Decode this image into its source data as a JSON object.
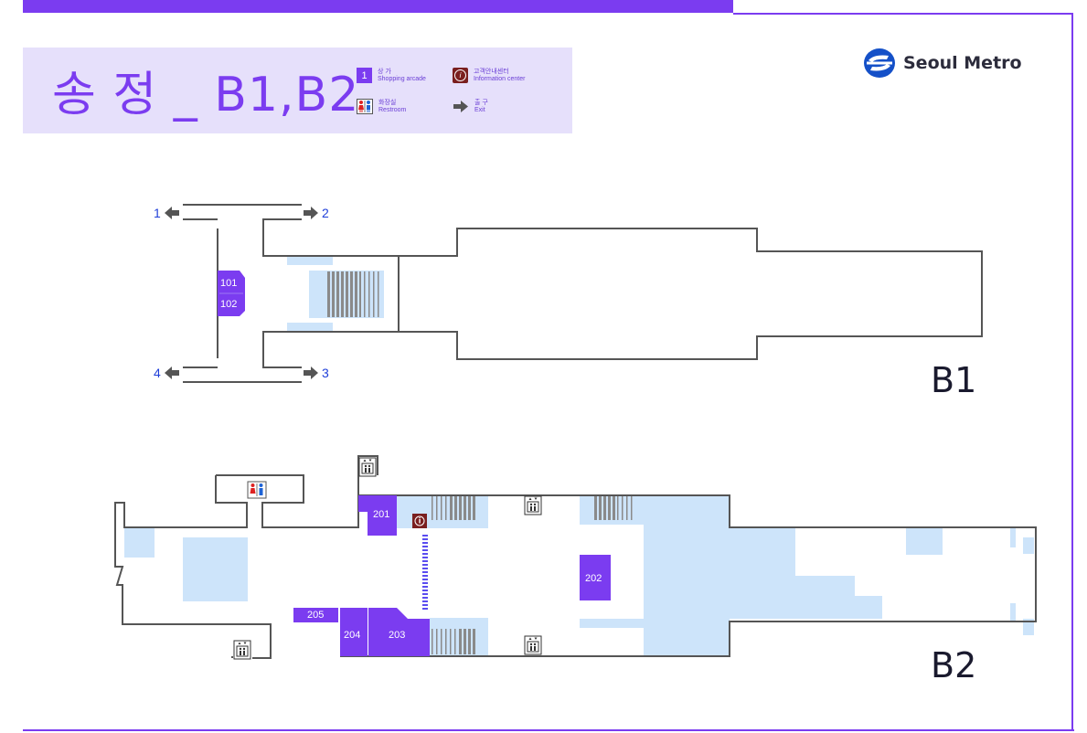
{
  "header": {
    "station_title": "송 정 _ B1,B2",
    "legend": [
      {
        "icon": "shopping-icon",
        "glyph": "1",
        "ko": "상 가",
        "en": "Shopping arcade"
      },
      {
        "icon": "information-icon",
        "glyph": "i",
        "ko": "고객안내센터",
        "en": "Information center"
      },
      {
        "icon": "restroom-icon",
        "ko": "화장실",
        "en": "Restroom"
      },
      {
        "icon": "exit-arrow-icon",
        "ko": "출 구",
        "en": "Exit"
      }
    ],
    "logo_text": "Seoul Metro"
  },
  "floors": {
    "b1": {
      "label": "B1",
      "exits": [
        "1",
        "2",
        "3",
        "4"
      ],
      "shops": [
        "101",
        "102"
      ]
    },
    "b2": {
      "label": "B2",
      "shops": [
        "201",
        "202",
        "203",
        "204",
        "205"
      ]
    }
  },
  "colors": {
    "accent": "#7b3cf0",
    "shop": "#7b3cf0",
    "platform_fill": "#cde4fa",
    "wall": "#555555",
    "info": "#7a1f1f",
    "exit_text": "#1f3fd9",
    "title_bg": "#e6e0fb"
  }
}
